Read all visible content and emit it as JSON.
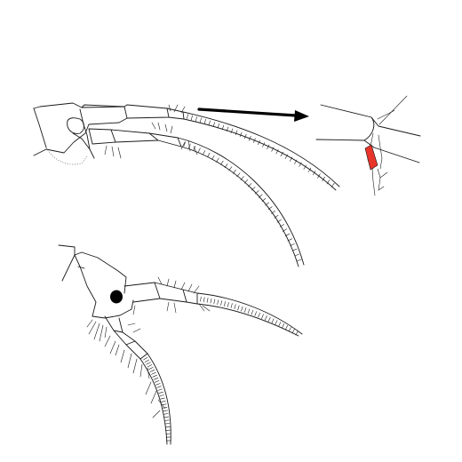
{
  "figure": {
    "background": "#ffffff",
    "line_color": "#1a1a1a",
    "highlight_color": "#e8342a",
    "eye_color": "#000000",
    "panels": [
      {
        "name": "upper-head-with-two-antennae"
      },
      {
        "name": "enlarged-segment-detail"
      },
      {
        "name": "lower-head-with-two-antennae"
      }
    ],
    "arrow": {
      "direction": "right",
      "icon": "right-arrow-icon"
    }
  }
}
